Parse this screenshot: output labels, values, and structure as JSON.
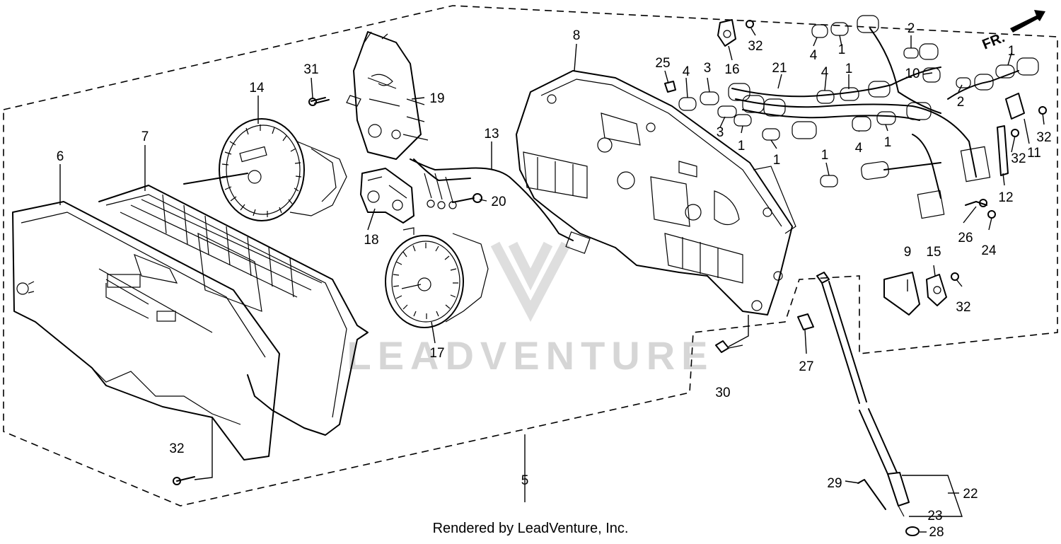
{
  "watermark": "LEADVENTURE",
  "credit": "Rendered by LeadVenture, Inc.",
  "direction_label": "FR.",
  "callouts": {
    "c1a": "1",
    "c1b": "1",
    "c1c": "1",
    "c1d": "1",
    "c1e": "1",
    "c1f": "1",
    "c1g": "1",
    "c2a": "2",
    "c2b": "2",
    "c3a": "3",
    "c3b": "3",
    "c4a": "4",
    "c4b": "4",
    "c4c": "4",
    "c4d": "4",
    "c5": "5",
    "c6": "6",
    "c7": "7",
    "c8": "8",
    "c9": "9",
    "c10": "10",
    "c11": "11",
    "c12": "12",
    "c13": "13",
    "c14": "14",
    "c15": "15",
    "c16": "16",
    "c17": "17",
    "c18": "18",
    "c19": "19",
    "c20": "20",
    "c21": "21",
    "c22": "22",
    "c23": "23",
    "c24": "24",
    "c25": "25",
    "c26": "26",
    "c27": "27",
    "c28": "28",
    "c29": "29",
    "c30": "30",
    "c31": "31",
    "c32a": "32",
    "c32b": "32",
    "c32c": "32",
    "c32d": "32",
    "c32e": "32"
  }
}
